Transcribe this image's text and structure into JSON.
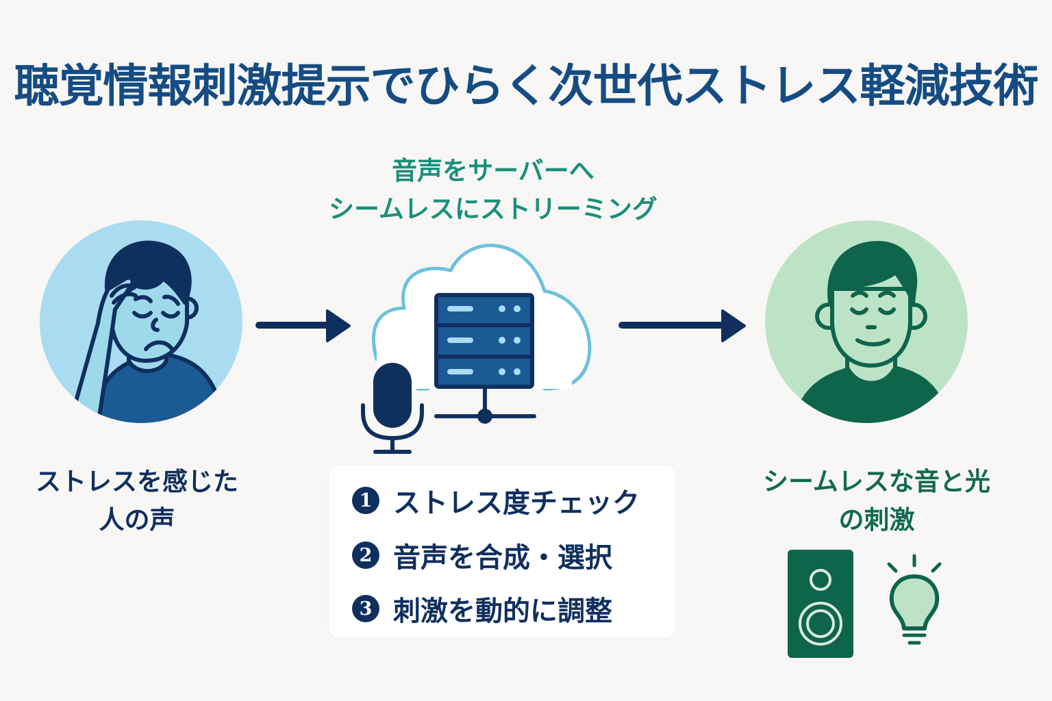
{
  "title": "聴覚情報刺激提示でひらく次世代ストレス軽減技術",
  "stream_caption": {
    "line1": "音声をサーバーへ",
    "line2": "シームレスにストリーミング"
  },
  "left_panel": {
    "icon": "stressed-person-icon",
    "caption_line1": "ストレスを感じた",
    "caption_line2": "人の声"
  },
  "center_panel": {
    "icons": [
      "cloud-icon",
      "server-icon",
      "microphone-icon"
    ],
    "steps": [
      {
        "number": "1",
        "label": "ストレス度チェック"
      },
      {
        "number": "2",
        "label": "音声を合成・選択"
      },
      {
        "number": "3",
        "label": "刺激を動的に調整"
      }
    ]
  },
  "right_panel": {
    "icon": "relaxed-person-icon",
    "caption_line1": "シームレスな音と光",
    "caption_line2": "の刺激",
    "output_icons": [
      "speaker-icon",
      "lightbulb-icon"
    ]
  },
  "colors": {
    "title": "#154c84",
    "accent_teal": "#17907a",
    "navy": "#0f2f5f",
    "left_circle": "#a9dcf0",
    "right_circle": "#bde3c7",
    "dark_green": "#0e654b",
    "cloud_outline": "#6ec1dd"
  }
}
